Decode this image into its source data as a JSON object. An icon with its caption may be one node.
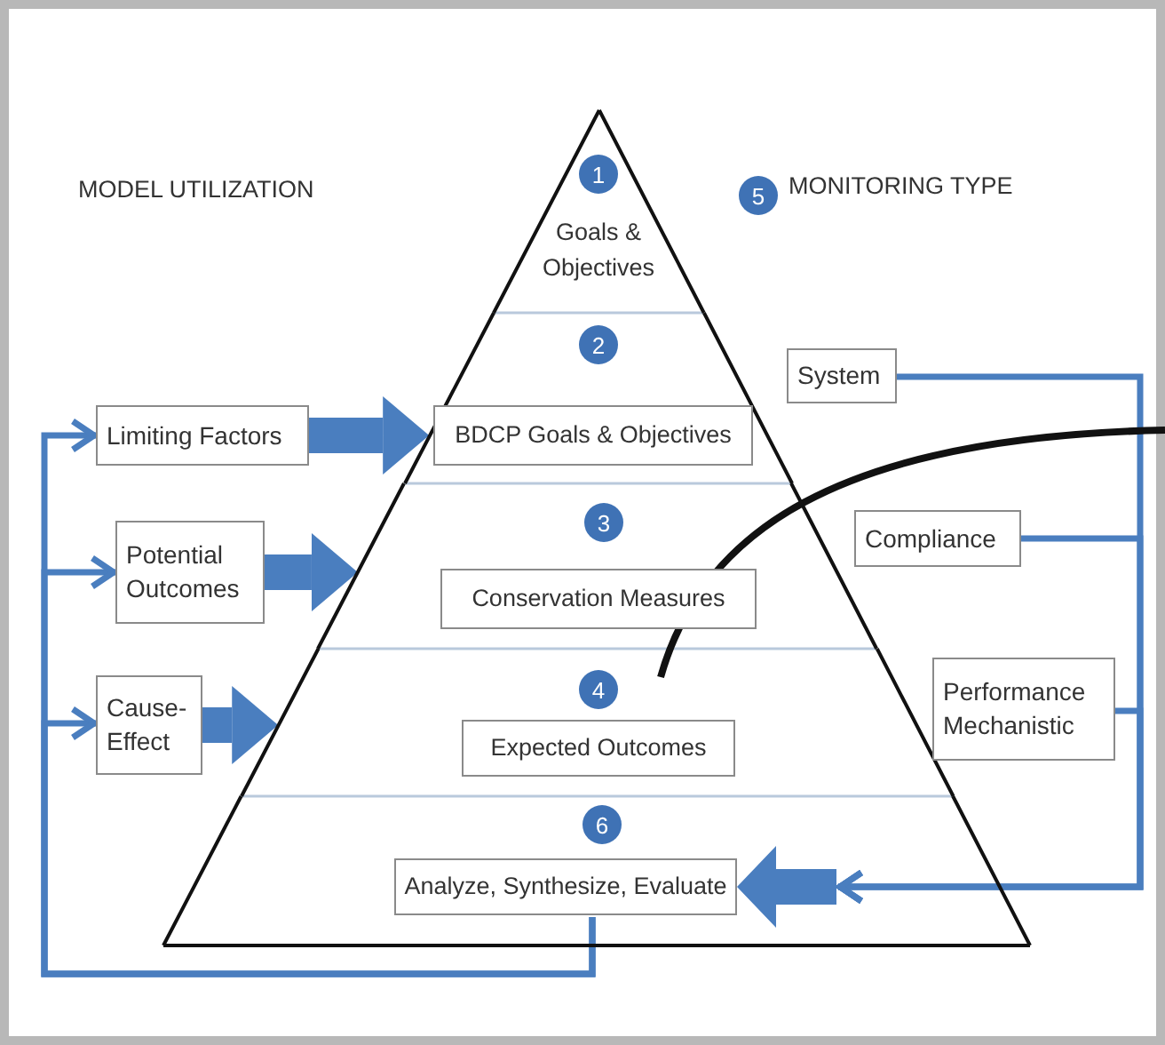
{
  "diagram": {
    "nodes": [
      {
        "text": [
          "1",
          "Goals & Objectives"
        ]
      },
      {
        "text": [
          "2",
          "BDCP Goals & Objectives"
        ]
      },
      {
        "text": [
          "3",
          "Conservation Measures"
        ]
      },
      {
        "text": [
          "4",
          "Expected Outcomes"
        ]
      },
      {
        "text": [
          "6",
          "Analyze, Synthesize, Evaluate"
        ]
      },
      {
        "text": [
          "Limiting Factors"
        ]
      },
      {
        "text": [
          "Potential Outcomes"
        ]
      },
      {
        "text": [
          "Cause-Effect"
        ]
      },
      {
        "text": [
          "System"
        ]
      },
      {
        "text": [
          "Compliance"
        ]
      },
      {
        "text": [
          "Performance Mechanistic"
        ]
      },
      {
        "text": [
          "5"
        ],
        "beside": [
          "MONITORING TYPE"
        ]
      }
    ],
    "edges": [
      {
        "from": 5,
        "to": 1,
        "arrow": "to",
        "style": "thick"
      },
      {
        "from": 6,
        "to": 2,
        "arrow": "to",
        "style": "thick"
      },
      {
        "from": 7,
        "to": 3,
        "arrow": "to",
        "style": "thick"
      },
      {
        "from": 8,
        "to": 4,
        "arrow": "to"
      },
      {
        "from": 9,
        "to": 4,
        "arrow": "to"
      },
      {
        "from": 10,
        "to": 4,
        "arrow": "to"
      },
      {
        "from": 4,
        "to": 5,
        "arrow": "to"
      },
      {
        "from": 4,
        "to": 6,
        "arrow": "to"
      },
      {
        "from": 4,
        "to": 7,
        "arrow": "to"
      }
    ],
    "labels": [
      "MODEL UTILIZATION"
    ]
  }
}
